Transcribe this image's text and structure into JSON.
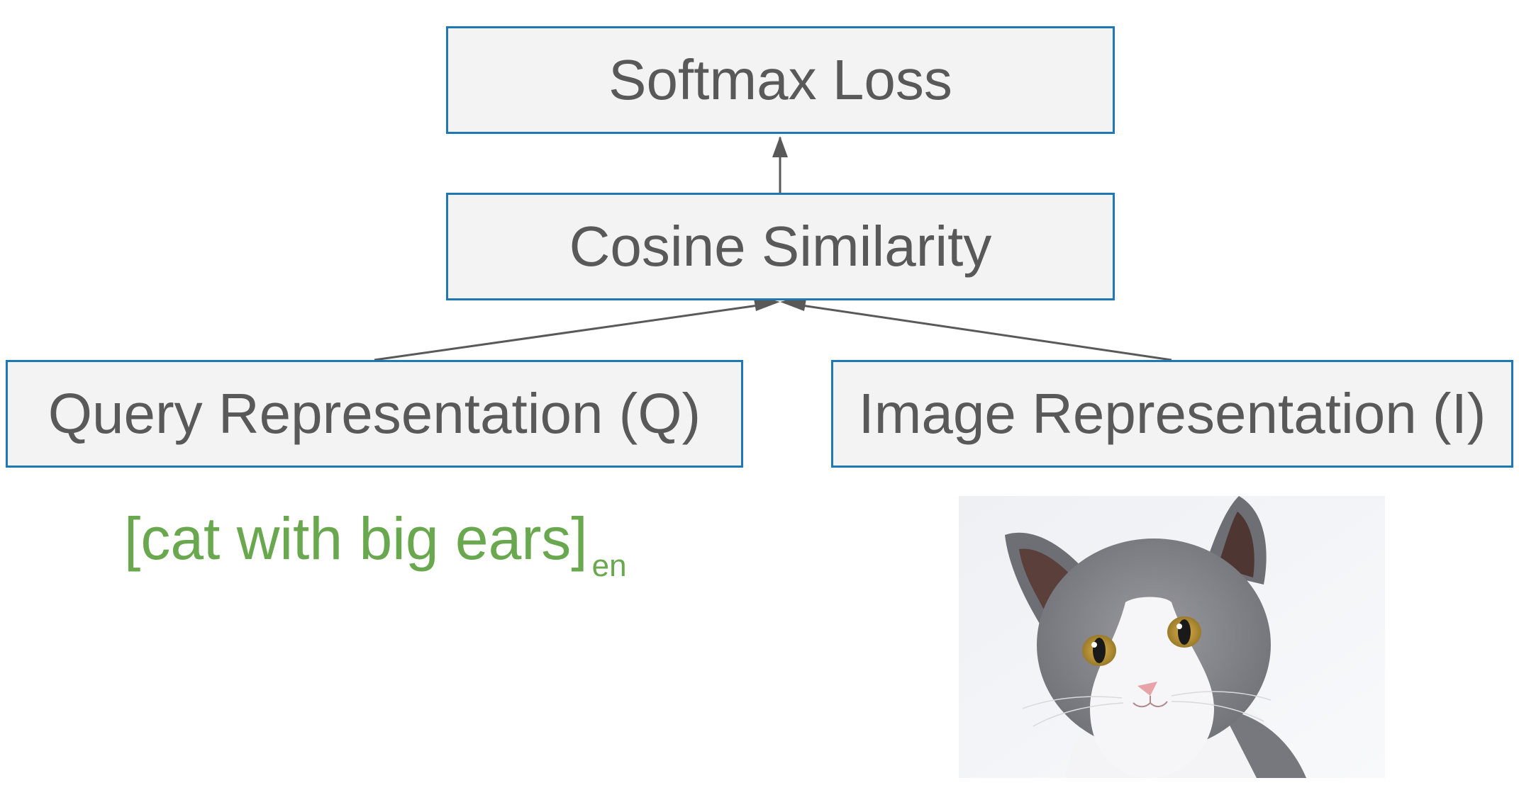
{
  "boxes": {
    "softmax": "Softmax Loss",
    "cosine": "Cosine Similarity",
    "query": "Query Representation (Q)",
    "image": "Image Representation (I)"
  },
  "query_example": {
    "text": "[cat with big ears]",
    "language": "en"
  },
  "colors": {
    "box_fill": "#f3f3f3",
    "box_border": "#1f78b4",
    "box_text": "#595959",
    "arrow": "#595959",
    "query_text": "#6aa84f"
  },
  "icons": {
    "image_example": "cat-photo"
  }
}
